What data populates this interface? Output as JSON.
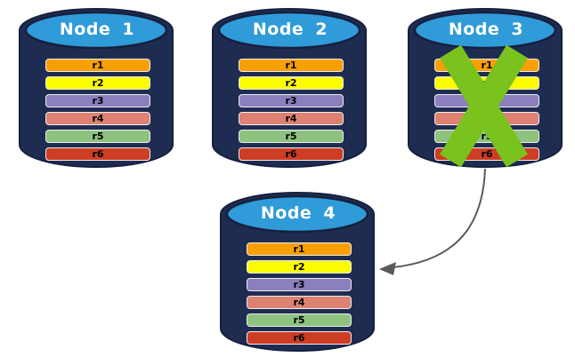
{
  "colors": {
    "cylinder_body": "#1F2C52",
    "cylinder_outline": "#16203E",
    "cylinder_top": "#2F9BD8",
    "x_mark": "#7AC21E",
    "arrow": "#5A5A5A",
    "bar_label": "#000000"
  },
  "rows": [
    {
      "label": "r1",
      "color": "#F9A000"
    },
    {
      "label": "r2",
      "color": "#FCFC00"
    },
    {
      "label": "r3",
      "color": "#8C7FC0"
    },
    {
      "label": "r4",
      "color": "#DD8172"
    },
    {
      "label": "r5",
      "color": "#8DC37E"
    },
    {
      "label": "r6",
      "color": "#CC3D24"
    }
  ],
  "nodes": [
    {
      "title": "Node 1",
      "failed": false
    },
    {
      "title": "Node 2",
      "failed": false
    },
    {
      "title": "Node 3",
      "failed": true
    },
    {
      "title": "Node 4",
      "failed": false
    }
  ],
  "annotations": {
    "x_mark_on": "Node 3",
    "arrow": {
      "from": "Node 3",
      "to": "Node 4"
    }
  }
}
